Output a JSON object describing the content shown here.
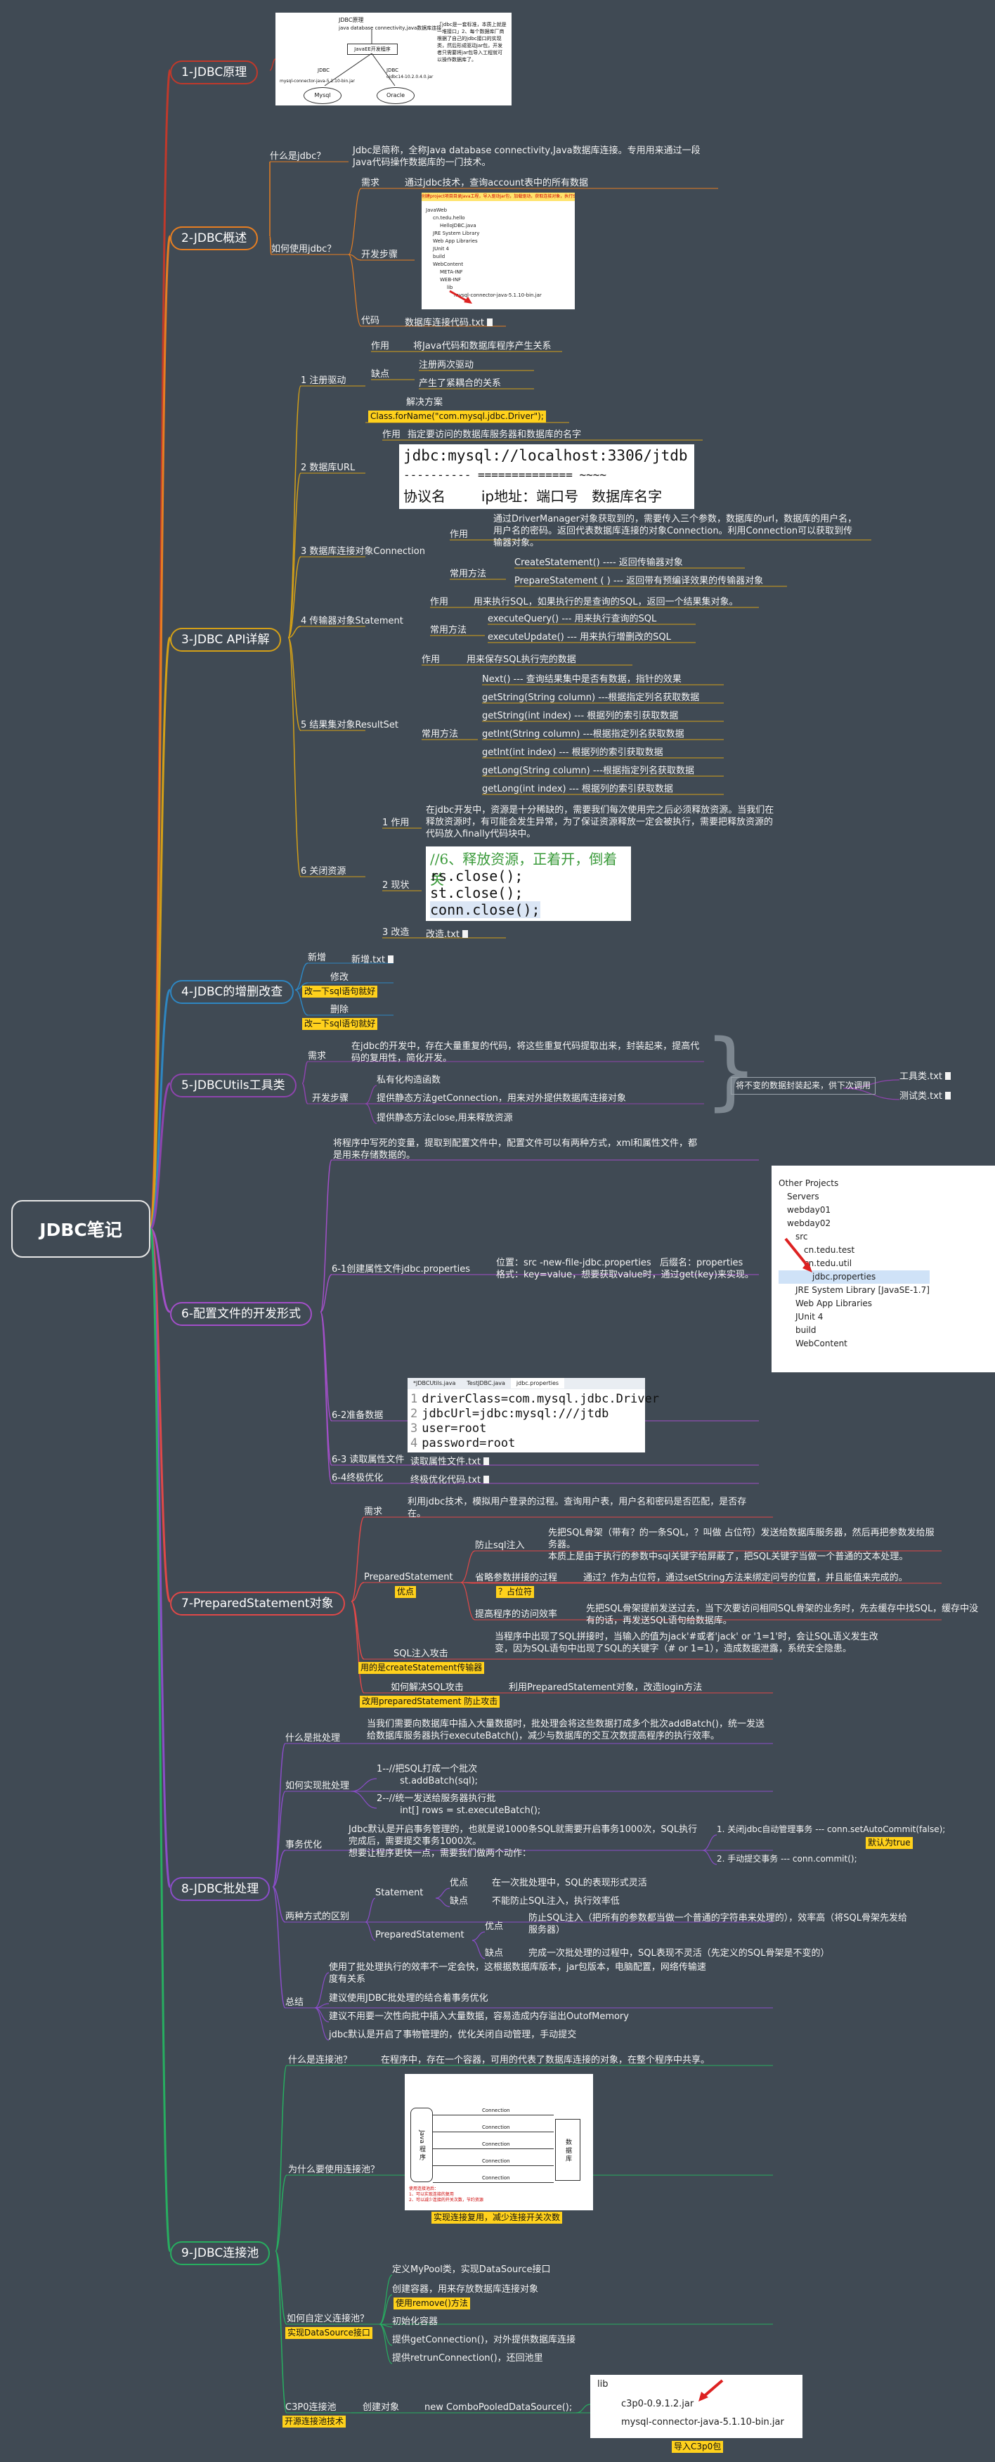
{
  "root": "JDBC笔记",
  "colors": {
    "c1": "#c0392b",
    "c2": "#e67e22",
    "c3": "#d4a017",
    "c4": "#2e86c1",
    "c5": "#8e44ad",
    "c6": "#a24fc8",
    "c7": "#e04848",
    "c8": "#8a4dc8",
    "c9": "#27ae60"
  },
  "b1": {
    "label": "1-JDBC原理",
    "img": {
      "title": "JDBC原理",
      "l1": "java database connectivity,java数据库连接",
      "mid": "JavaEE开发程序",
      "jdbc1": "JDBC",
      "jdbc2": "JDBC",
      "jar1": "mysql-connector-java-5.1.10-bin.jar",
      "jar2": "ojdbc14-10.2.0.4.0.jar",
      "mysql": "Mysql",
      "oracle": "Oracle",
      "note": "「jdbc是一套标准，本质上就是一堆接口」2、每个数据库厂商根据了自己的jdbc接口的实现类，然后形成驱动jar包，开发者只需要将jar包导入工程就可以操作数据库了。"
    }
  },
  "b2": {
    "label": "2-JDBC概述",
    "what_label": "什么是jdbc？",
    "what_text": "Jdbc是简称，全称Java database connectivity,Java数据库连接。专用用来通过一段Java代码操作数据库的一门技术。",
    "how_label": "如何使用jdbc？",
    "need_label": "需求",
    "need_text": "通过jdbc技术，查询account表中的所有数据",
    "steps_label": "开发步骤",
    "file_label": "代码",
    "file": "数据库连接代码.txt",
    "img": {
      "top": "创建project项目目录Java工程，导入驱动jar包，加载驱动，获取连接对象，执行SQL语句，返回结果",
      "a": "JavaWeb",
      "b": "cn.tedu.hello",
      "c": "HelloJDBC.java",
      "d": "JRE System Library",
      "e": "Web App Libraries",
      "f": "JUnit 4",
      "g": "build",
      "h": "WebContent",
      "i": "META-INF",
      "j": "WEB-INF",
      "k": "lib",
      "l": "mysql-connector-java-5.1.10-bin.jar"
    }
  },
  "b3": {
    "label": "3-JDBC API详解",
    "s1": {
      "label": "1 注册驱动",
      "fn_label": "作用",
      "fn": "将Java代码和数据库程序产生关系",
      "cons_label": "缺点",
      "cons1": "注册两次驱动",
      "cons2": "产生了紧耦合的关系",
      "sol_label": "解决方案",
      "sol": "Class.forName(\"com.mysql.jdbc.Driver\");"
    },
    "s2": {
      "label": "2 数据库URL",
      "fn_label": "作用",
      "fn": "指定要访问的数据库服务器和数据库的名字",
      "url": "jdbc:mysql://localhost:3306/jtdb",
      "dash": "---------- ============== ~~~~",
      "parts": "协议名        ip地址：端口号   数据库名字"
    },
    "s3": {
      "label": "3 数据库连接对象Connection",
      "fn_label": "作用",
      "fn": "通过DriverManager对象获取到的，需要传入三个参数，数据库的url，数据库的用户名，用户名的密码。返回代表数据库连接的对象Connection。利用Connection可以获取到传输器对象。",
      "m_label": "常用方法",
      "m1": "CreateStatement()   ---- 返回传输器对象",
      "m2": "PrepareStatement ( )   --- 返回带有预编译效果的传输器对象"
    },
    "s4": {
      "label": "4 传输器对象Statement",
      "fn_label": "作用",
      "fn": "用来执行SQL，如果执行的是查询的SQL，返回一个结果集对象。",
      "m_label": "常用方法",
      "m1": "executeQuery()  ---  用来执行查询的SQL",
      "m2": "executeUpdate()  ---  用来执行增删改的SQL"
    },
    "s5": {
      "label": "5 结果集对象ResultSet",
      "fn_label": "作用",
      "fn": "用来保存SQL执行完的数据",
      "m_label": "常用方法",
      "m": [
        "Next()   ---   查询结果集中是否有数据，指针的效果",
        "getString(String column)   ---根据指定列名获取数据",
        "getString(int index)   ---  根据列的索引获取数据",
        "getInt(String column)   ---根据指定列名获取数据",
        "getInt(int index)   ---  根据列的索引获取数据",
        "getLong(String column)   ---根据指定列名获取数据",
        "getLong(int index)   ---  根据列的索引获取数据"
      ]
    },
    "s6": {
      "label": "6 关闭资源",
      "fn_label": "1 作用",
      "fn": "在jdbc开发中，资源是十分稀缺的，需要我们每次使用完之后必须释放资源。当我们在释放资源时，有可能会发生异常，为了保证资源释放一定会被执行，需要把释放资源的代码放入finally代码块中。",
      "cur_label": "2 现状",
      "c0": "//6、释放资源，正着开，倒着关",
      "c1": "rs.close();",
      "c2": "st.close();",
      "c3": "conn.close();",
      "fix_label": "3 改造",
      "fix": "改造.txt"
    }
  },
  "b4": {
    "label": "4-JDBC的增删改查",
    "add_label": "新增",
    "add": "新增.txt",
    "mod_label": "修改",
    "mod_hl": "改一下sql语句就好",
    "del_label": "删除",
    "del_hl": "改一下sql语句就好"
  },
  "b5": {
    "label": "5-JDBCUtils工具类",
    "need_label": "需求",
    "need": "在jdbc的开发中，存在大量重复的代码，将这些重复代码提取出来，封装起来，提高代码的复用性，简化开发。",
    "dev_label": "开发步骤",
    "d1": "私有化构造函数",
    "d2": "提供静态方法getConnection，用来对外提供数据库连接对象",
    "d3": "提供静态方法close,用来释放资源",
    "box": "将不变的数据封装起来，供下次调用",
    "f1": "工具类.txt",
    "f2": "测试类.txt"
  },
  "b6": {
    "label": "6-配置文件的开发形式",
    "intro": "将程序中写死的变量，提取到配置文件中，配置文件可以有两种方式，xml和属性文件，都是用来存储数据的。",
    "s1_label": "6-1创建属性文件jdbc.properties",
    "s1_text": "位置：src -new-file-jdbc.properties   后缀名：properties\n格式：key=value，想要获取value时，通过get(key)来实现。",
    "tree": [
      "Other Projects",
      "Servers",
      "webday01",
      "webday02",
      "src",
      "cn.tedu.test",
      "cn.tedu.util",
      "jdbc.properties",
      "JRE System Library [JavaSE-1.7]",
      "Web App Libraries",
      "JUnit 4",
      "build",
      "WebContent"
    ],
    "s2_label": "6-2准备数据",
    "tabs": [
      "*JDBCUtils.java",
      "TestJDBC.java",
      "jdbc.properties"
    ],
    "p": [
      "driverClass=com.mysql.jdbc.Driver",
      "jdbcUrl=jdbc:mysql:///jtdb",
      "user=root",
      "password=root"
    ],
    "s3_label": "6-3 读取属性文件",
    "s3": "读取属性文件.txt",
    "s4_label": "6-4终极优化",
    "s4": "终极优化代码.txt"
  },
  "b7": {
    "label": "7-PreparedStatement对象",
    "need_label": "需求",
    "need": "利用jdbc技术，模拟用户登录的过程。查询用户表，用户名和密码是否匹配，是否存在。",
    "ps_label": "PreparedStatement",
    "adv_hl": "优点",
    "a1_label": "防止sql注入",
    "a1": "先把SQL骨架（带有？的一条SQL，？叫做 占位符）发送给数据库服务器，然后再把参数发给服务器。\n本质上是由于执行的参数中sql关键字给屏蔽了，把SQL关键字当做一个普通的文本处理。",
    "a2_label": "省略参数拼接的过程",
    "a2": "通过？作为占位符，通过setString方法来绑定问号的位置，并且能值来完成的。",
    "a2_hl": "？占位符",
    "a3_label": "提高程序的访问效率",
    "a3": "先把SQL骨架提前发送过去，当下次要访问相同SQL骨架的业务时，先去缓存中找SQL，缓存中没有的话，再发送SQL语句给数据库。",
    "inj_label": "SQL注入攻击",
    "inj": "当程序中出现了SQL拼接时，当输入的值为jack'#或者'jack' or '1=1'时，会让SQL语义发生改变，因为SQL语句中出现了SQL的关键字（# or 1=1），造成数据泄露，系统安全隐患。",
    "inj_hl": "用的是createStatement传输器",
    "sol_label": "如何解决SQL攻击",
    "sol": "利用PreparedStatement对象，改造login方法",
    "sol_hl": "改用preparedStatement 防止攻击"
  },
  "b8": {
    "label": "8-JDBC批处理",
    "what_label": "什么是批处理",
    "what": "当我们需要向数据库中插入大量数据时，批处理会将这些数据打成多个批次addBatch()，统一发送给数据库服务器执行executeBatch()，减少与数据库的交互次数提高程序的执行效率。",
    "how_label": "如何实现批处理",
    "h1": "1--//把SQL打成一个批次\n        st.addBatch(sql);",
    "h2": "2--//统一发送给服务器执行批\n        int[] rows = st.executeBatch();",
    "tx_label": "事务优化",
    "tx": "Jdbc默认是开启事务管理的，也就是说1000条SQL就需要开启事务1000次，SQL执行完成后，需要提交事务1000次。\n想要让程序更快一点，需要我们做两个动作：",
    "tx1": "1.         关闭jdbc自动管理事务 --- conn.setAutoCommit(false);",
    "tx1_hl": "默认为true",
    "tx2": "2.         手动提交事务 --- conn.commit();",
    "diff_label": "两种方式的区别",
    "st_label": "Statement",
    "st_adv_label": "优点",
    "st_adv": "在一次批处理中，SQL的表现形式灵活",
    "st_dis_label": "缺点",
    "st_dis": "不能防止SQL注入，执行效率低",
    "ps_label": "PreparedStatement",
    "ps_adv_label": "优点",
    "ps_adv": "防止SQL注入（把所有的参数都当做一个普通的字符串来处理的），效率高（将SQL骨架先发给服务器）",
    "ps_dis_label": "缺点",
    "ps_dis": "完成一次批处理的过程中，SQL表现不灵活（先定义的SQL骨架是不变的）",
    "sum_label": "总结",
    "sum1": "使用了批处理执行的效率不一定会快，这根据数据库版本，jar包版本，电脑配置，网络传输速度有关系",
    "sum2": "建议使用JDBC批处理的结合着事务优化",
    "sum3": "建议不用要一次性向批中插入大量数据，容易造成内存溢出OutofMemory",
    "sum4": "jdbc默认是开启了事物管理的，优化关闭自动管理，手动提交"
  },
  "b9": {
    "label": "9-JDBC连接池",
    "what_label": "什么是连接池？",
    "what": "在程序中，存在一个容器，可用的代表了数据库连接的对象，在整个程序中共享。",
    "why_label": "为什么要使用连接池？",
    "why_hl": "实现连接复用，减少连接开关次数",
    "img": {
      "l": "Java 程 序",
      "r": "数 据 库",
      "conn": "Connection",
      "note": "使用连接池后：\n1、可以实现连接的复用\n2、可以减少连接的开关次数，节约资源"
    },
    "custom_label": "如何自定义连接池？",
    "custom_hl": "实现DataSource接口",
    "c1": "定义MyPool类，实现DataSource接口",
    "c2": "创建容器，用来存放数据库连接对象",
    "c2_hl": "使用remove()方法",
    "c3": "初始化容器",
    "c4": "提供getConnection()，对外提供数据库连接",
    "c5": "提供retrunConnection()，还回池里",
    "c3p0_label": "C3P0连接池",
    "c3p0_hl": "开源连接池技术",
    "create_label": "创建对象",
    "create": "new ComboPooledDataSource();",
    "jars": [
      "lib",
      "c3p0-0.9.1.2.jar",
      "mysql-connector-java-5.1.10-bin.jar"
    ],
    "jar_hl": "导入C3p0包"
  }
}
